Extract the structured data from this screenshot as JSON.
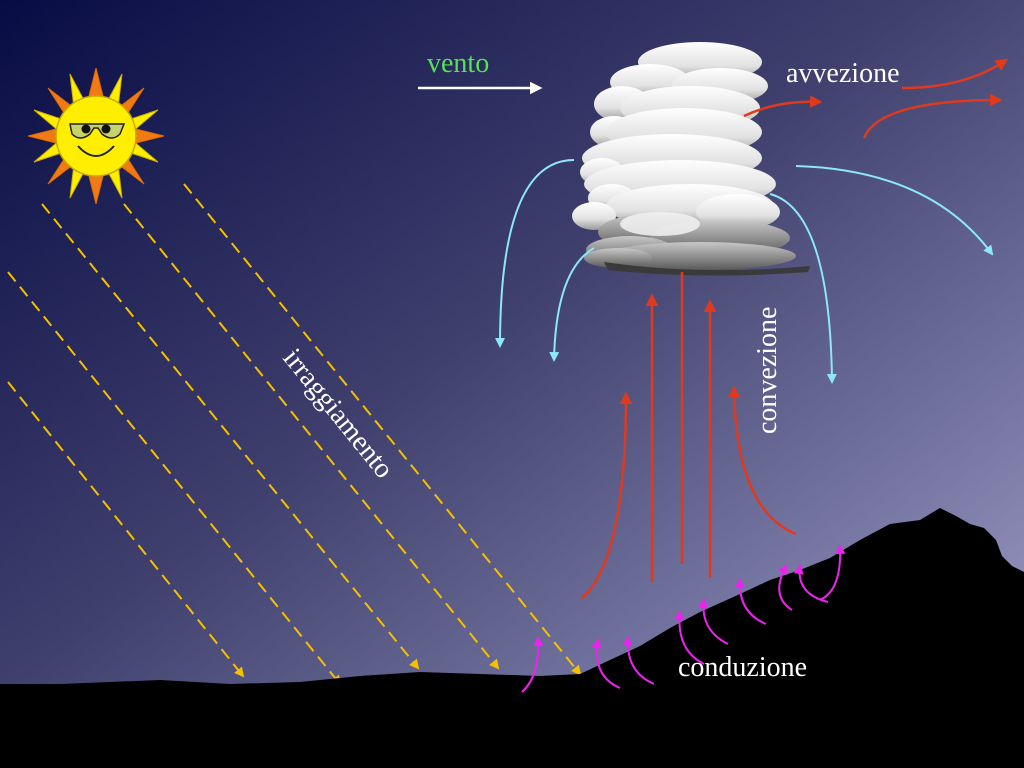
{
  "labels": {
    "vento": "vento",
    "avvezione": "avvezione",
    "irraggiamento": "irraggiamento",
    "convezione": "convezione",
    "conduzione": "conduzione"
  },
  "colors": {
    "sky_top": "#0a1048",
    "sky_bottom": "#9a9ac8",
    "ground": "#000000",
    "sun_rays": "#f5c000",
    "conduction_arrows": "#ee22ee",
    "convection_arrows": "#e03a1e",
    "downdraft_arrows": "#8ee8f4",
    "wind_label": "#55e055",
    "wind_arrow": "#ffffff"
  }
}
